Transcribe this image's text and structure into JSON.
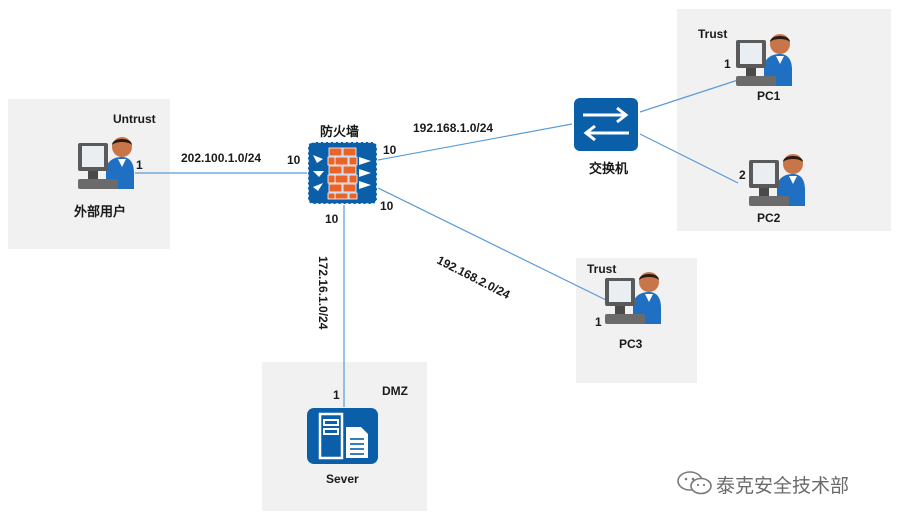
{
  "zones": {
    "untrust": "Untrust",
    "trust_top": "Trust",
    "trust_pc3": "Trust",
    "dmz": "DMZ"
  },
  "devices": {
    "firewall": "防火墙",
    "switch": "交换机",
    "external_user": "外部用户",
    "pc1": "PC1",
    "pc2": "PC2",
    "pc3": "PC3",
    "server": "Sever"
  },
  "subnets": {
    "untrust_link": "202.100.1.0/24",
    "trust_link1": "192.168.1.0/24",
    "trust_link2": "192.168.2.0/24",
    "dmz_link": "172.16.1.0/24"
  },
  "ports": {
    "external_user": "1",
    "fw_left": "10",
    "fw_right": "10",
    "fw_lower_right": "10",
    "fw_bottom": "10",
    "pc1": "1",
    "pc2": "2",
    "pc3": "1",
    "server": "1"
  },
  "watermark": "泰克安全技术部",
  "colors": {
    "zone_bg": "#f1f1f1",
    "link": "#5b9bd5",
    "device_blue": "#0a5fa8",
    "firewall_brick": "#e8642b"
  }
}
